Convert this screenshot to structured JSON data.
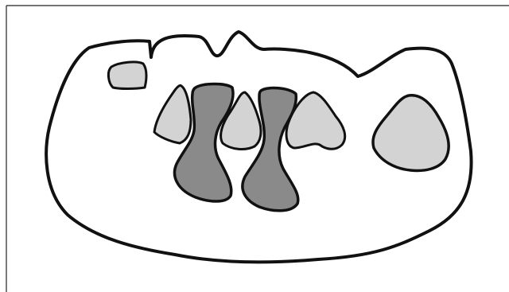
{
  "diagram": {
    "colors": {
      "background": "#ffffff",
      "frame_stroke": "#222222",
      "outline_stroke": "#111111",
      "body_fill": "#ffffff",
      "light_fill": "#d3d3d3",
      "dark_fill": "#8a8a8a"
    },
    "shapes": {
      "outer_body": "outline",
      "small_block": "light",
      "left_wedge": "light",
      "left_hourglass": "dark",
      "center_teardrop": "light",
      "right_hourglass": "dark",
      "right_lobe": "light",
      "far_right_oval": "light"
    }
  }
}
